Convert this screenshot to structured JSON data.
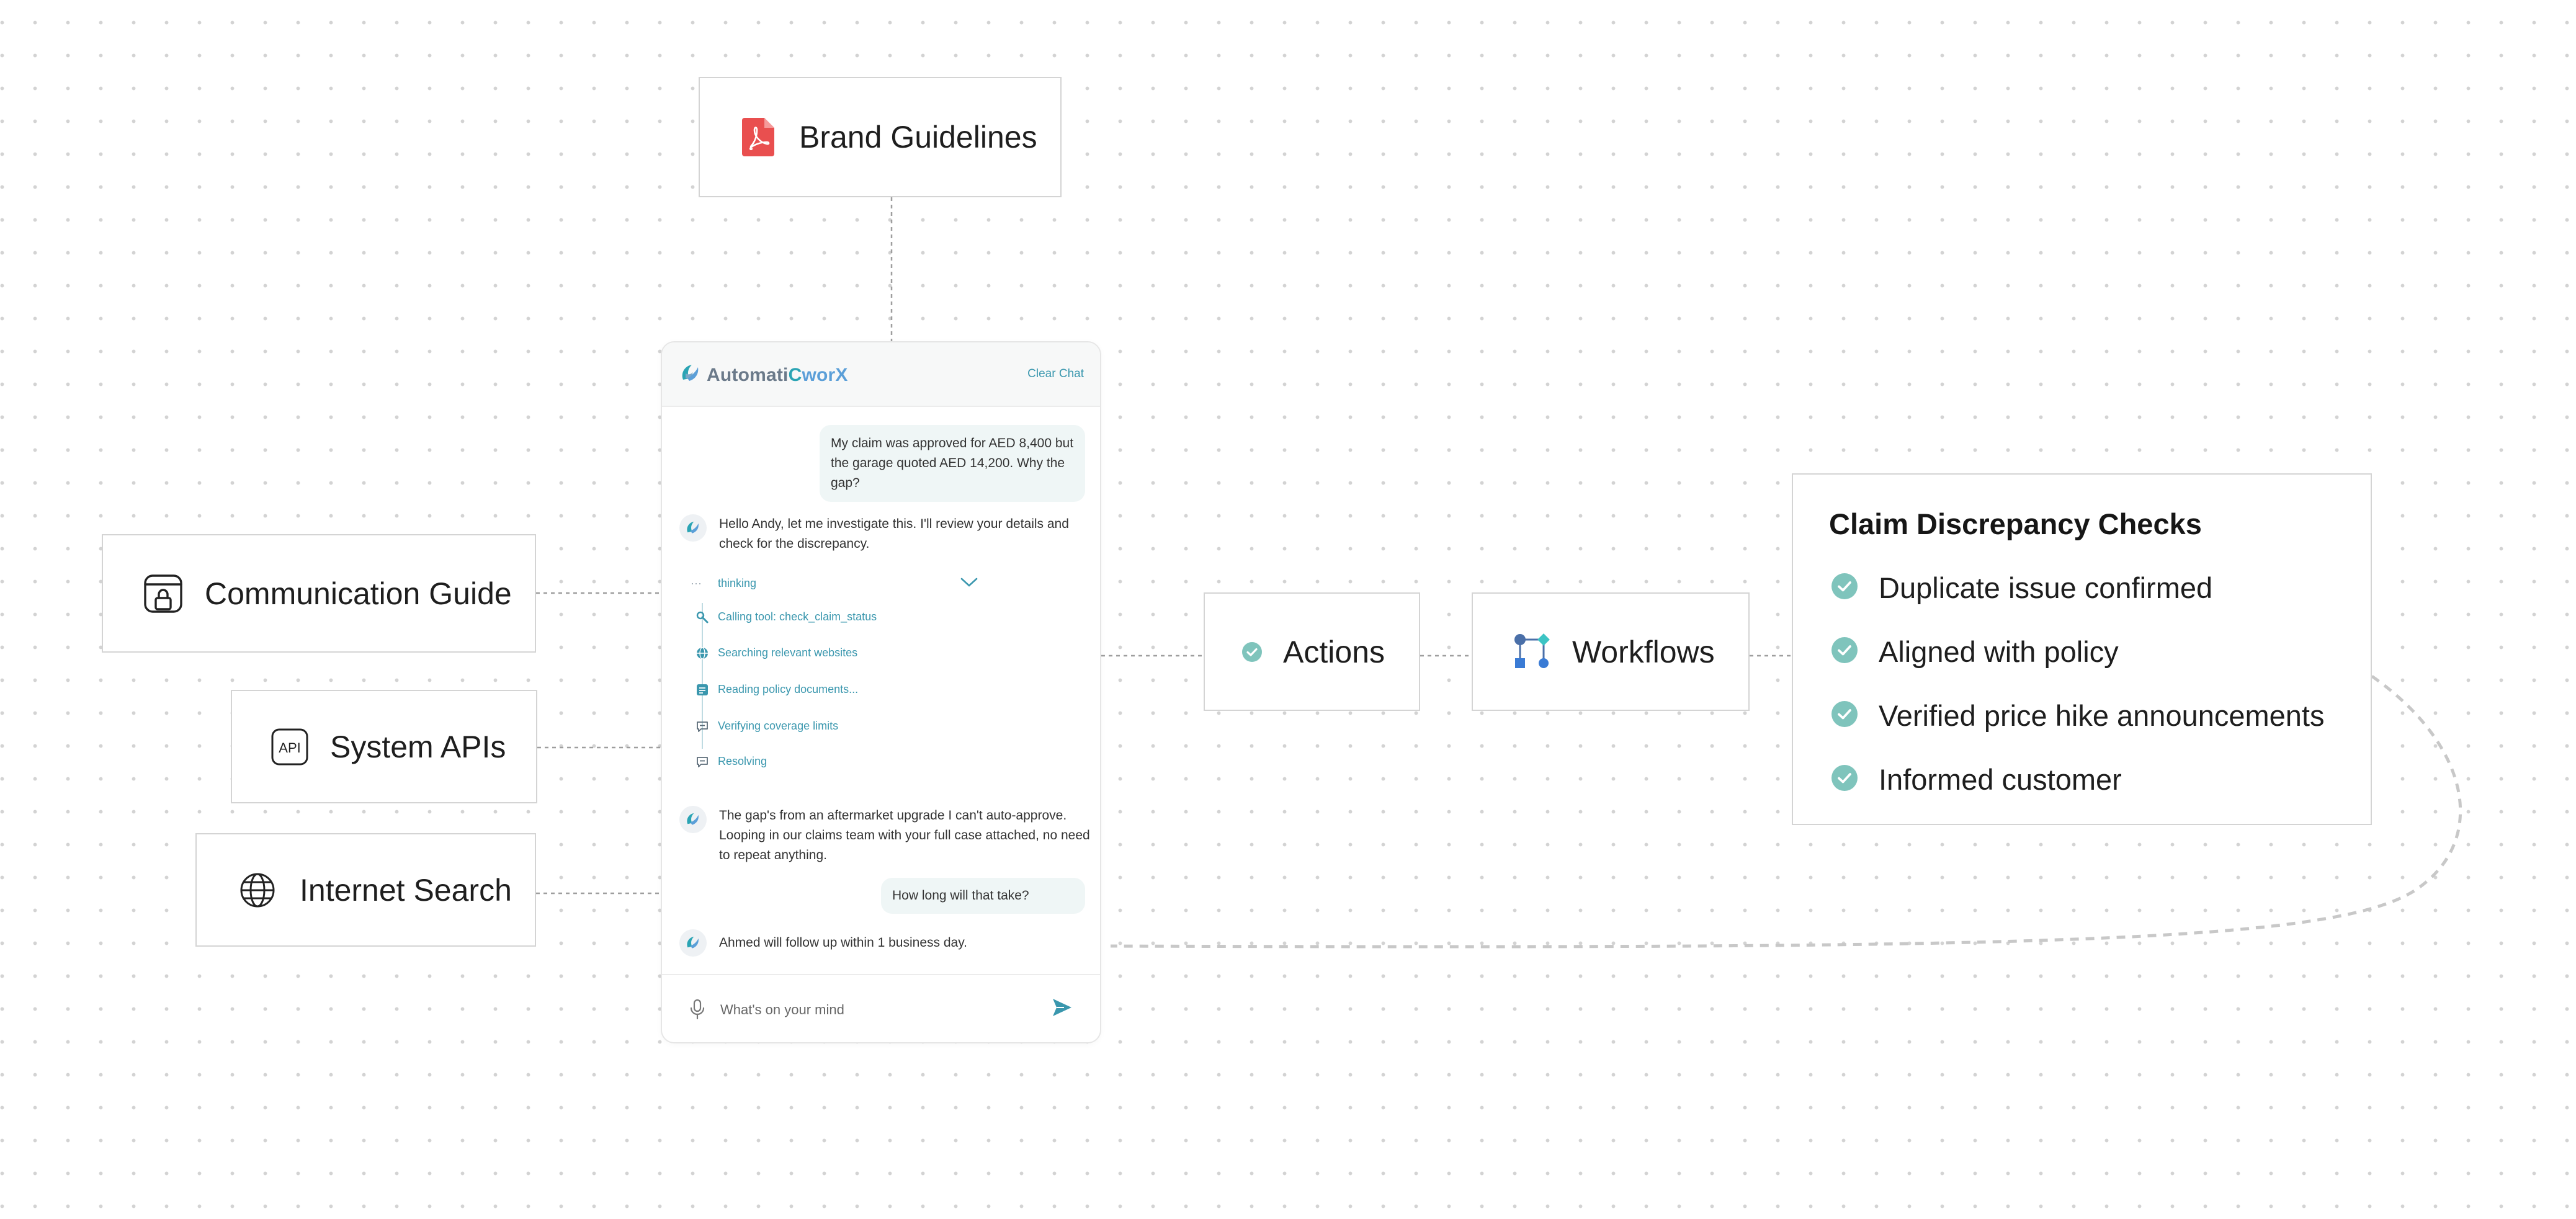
{
  "nodes": {
    "brand_guidelines": "Brand Guidelines",
    "communication_guide": "Communication Guide",
    "system_apis": "System APIs",
    "internet_search": "Internet Search",
    "actions": "Actions",
    "workflows": "Workflows"
  },
  "icons": {
    "brand_guidelines": "pdf-icon",
    "communication_guide": "lock-window-icon",
    "system_apis": "api-icon",
    "internet_search": "globe-icon",
    "actions": "check-circle-icon",
    "workflows": "workflow-icon"
  },
  "chat": {
    "logo": {
      "part1": "Automati",
      "part2": "C",
      "part3": "worX"
    },
    "clear_label": "Clear Chat",
    "messages": [
      {
        "role": "user",
        "text": "My claim was approved for AED 8,400 but the garage quoted AED 14,200. Why the gap?"
      },
      {
        "role": "bot",
        "text": "Hello Andy, let me investigate this. I'll review your details and check for the discrepancy."
      },
      {
        "role": "bot",
        "text": "The gap's from an aftermarket upgrade I can't auto-approve. Looping in our claims team with your full case attached, no need to repeat anything."
      },
      {
        "role": "user",
        "text": "How long will that take?"
      },
      {
        "role": "bot",
        "text": "Ahmed will follow up within 1 business day."
      }
    ],
    "thinking": {
      "label": "thinking",
      "steps": [
        "Calling tool: check_claim_status",
        "Searching relevant websites",
        "Reading policy documents...",
        "Verifying coverage limits",
        "Resolving"
      ]
    },
    "input_placeholder": "What's on your mind"
  },
  "checks": {
    "title": "Claim Discrepancy Checks",
    "items": [
      "Duplicate issue confirmed",
      "Aligned with policy",
      "Verified price hike announcements",
      "Informed customer"
    ]
  },
  "colors": {
    "accent_teal": "#7fc4bc",
    "link_blue": "#3a97ae",
    "pdf_red": "#e94f4f",
    "node_border": "#d4d4d4"
  }
}
